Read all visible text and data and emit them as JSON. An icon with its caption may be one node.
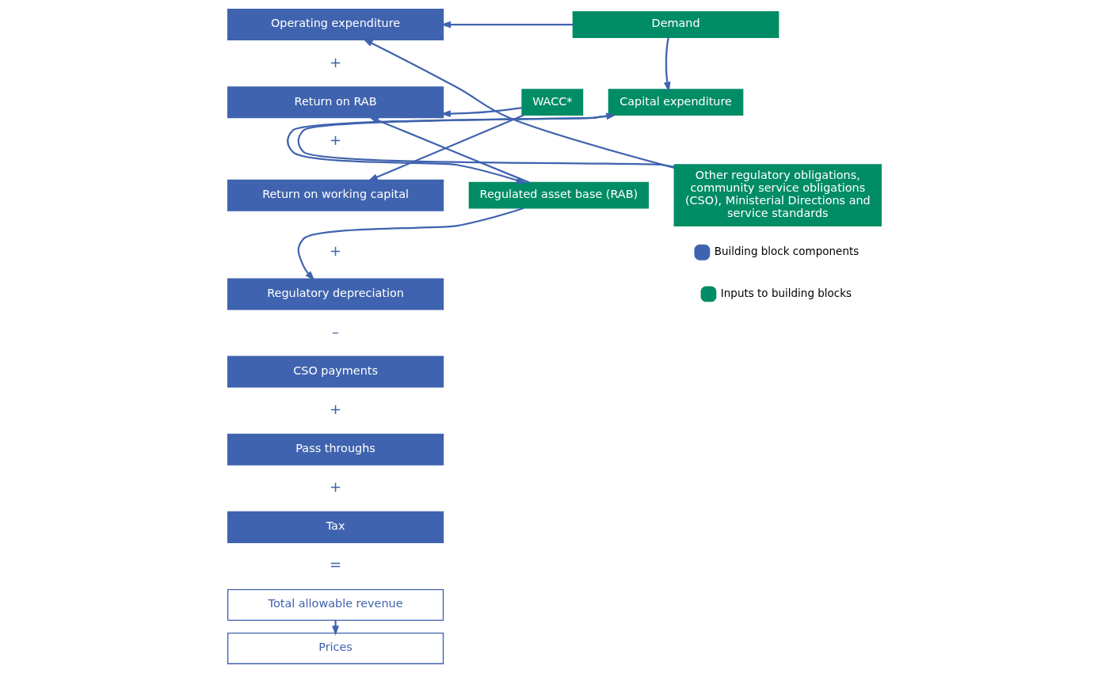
{
  "diagram": {
    "nodes": [
      {
        "text": [
          "Operating expenditure"
        ]
      },
      {
        "text": [
          "Return on RAB"
        ]
      },
      {
        "text": [
          "Return on working capital"
        ]
      },
      {
        "text": [
          "Regulatory depreciation"
        ]
      },
      {
        "text": [
          "CSO payments"
        ]
      },
      {
        "text": [
          "Pass throughs"
        ]
      },
      {
        "text": [
          "Tax"
        ]
      },
      {
        "text": [
          "Total allowable revenue"
        ]
      },
      {
        "text": [
          "Prices"
        ]
      },
      {
        "text": [
          "WACC*"
        ]
      },
      {
        "text": [
          "Capital expenditure"
        ]
      },
      {
        "text": [
          "Regulated asset base (RAB)"
        ]
      },
      {
        "text": [
          "Demand"
        ]
      },
      {
        "text": [
          "Other regulatory obligations, community service obligations (CSO), Ministerial Directions and service standards"
        ]
      }
    ],
    "edges": [
      {
        "from": 12,
        "to": 0,
        "arrow": "to"
      },
      {
        "from": 12,
        "to": 10,
        "arrow": "to"
      },
      {
        "from": 13,
        "to": 0,
        "arrow": "to"
      },
      {
        "from": 13,
        "to": 10,
        "arrow": "to"
      },
      {
        "from": 10,
        "to": 11,
        "arrow": "to"
      },
      {
        "from": 11,
        "to": 1,
        "arrow": "to"
      },
      {
        "from": 11,
        "to": 3,
        "arrow": "to"
      },
      {
        "from": 9,
        "to": 1,
        "arrow": "to"
      },
      {
        "from": 9,
        "to": 2,
        "arrow": "to"
      },
      {
        "from": 7,
        "to": 8,
        "arrow": "to"
      }
    ],
    "labels": [
      "+",
      "+",
      "+",
      "–",
      "+",
      "+",
      "="
    ],
    "legend": [
      {
        "text": "Building block components",
        "color": "#3f63ae"
      },
      {
        "text": "Inputs to building blocks",
        "color": "#008c65"
      }
    ]
  }
}
